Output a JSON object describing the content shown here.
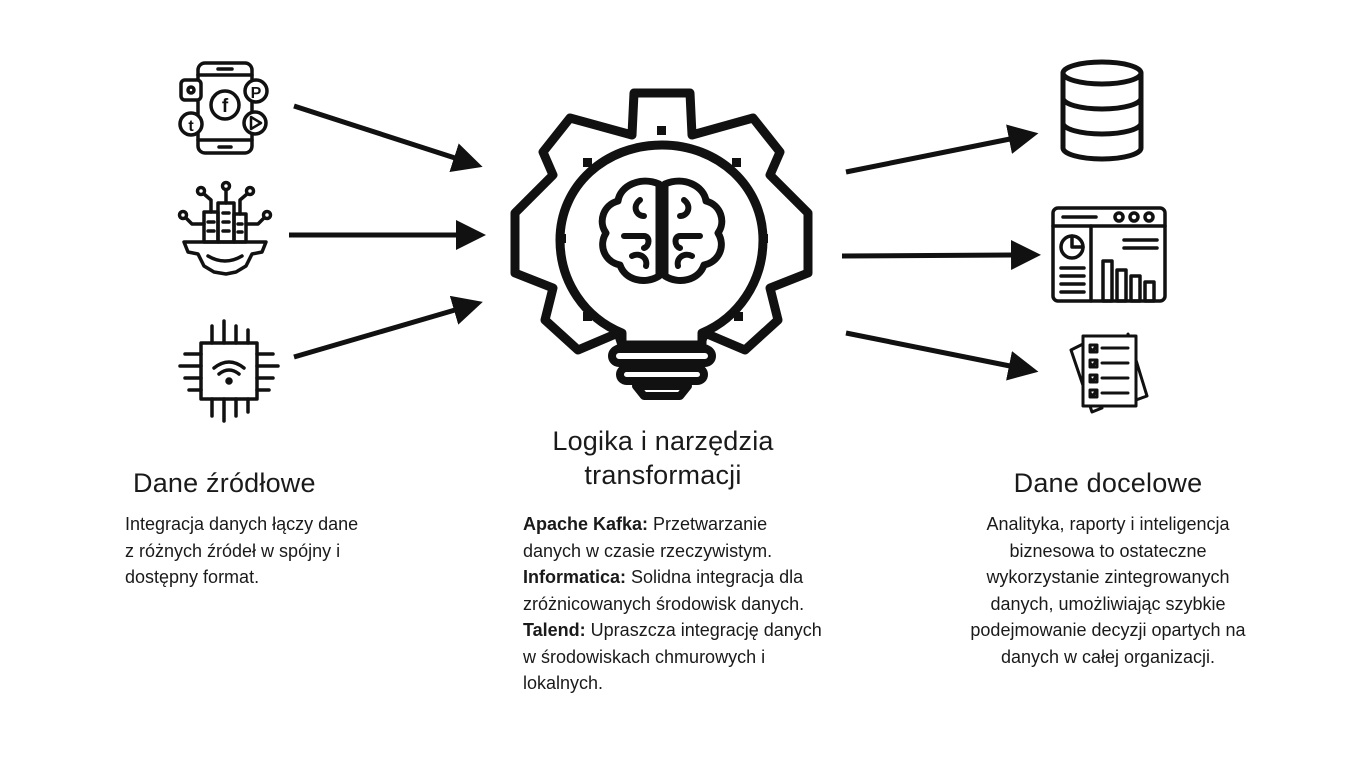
{
  "source": {
    "title": "Dane źródłowe",
    "description": "Integracja danych łączy dane z różnych źródeł w spójny i dostępny format."
  },
  "transformation": {
    "title_line1": "Logika i narzędzia",
    "title_line2": "transformacji",
    "tools": [
      {
        "name": "Apache Kafka:",
        "text": " Przetwarzanie danych w czasie rzeczywistym."
      },
      {
        "name": "Informatica:",
        "text": " Solidna integracja dla zróżnicowanych środowisk danych."
      },
      {
        "name": "Talend:",
        "text": " Upraszcza integrację danych w środowiskach chmurowych i lokalnych."
      }
    ]
  },
  "target": {
    "title": "Dane docelowe",
    "description": "Analityka, raporty i inteligencja biznesowa to ostateczne wykorzystanie zintegrowanych danych, umożliwiając szybkie podejmowanie decyzji opartych na danych w całej organizacji."
  },
  "icons": {
    "sources": [
      "social-media-phone-icon",
      "smart-city-gear-icon",
      "iot-wifi-chip-icon"
    ],
    "center": "brain-lightbulb-gear-icon",
    "targets": [
      "database-icon",
      "analytics-dashboard-icon",
      "checklist-documents-icon"
    ],
    "social_letters": [
      "f",
      "t",
      "P"
    ]
  },
  "colors": {
    "ink": "#111111",
    "background": "#ffffff"
  }
}
